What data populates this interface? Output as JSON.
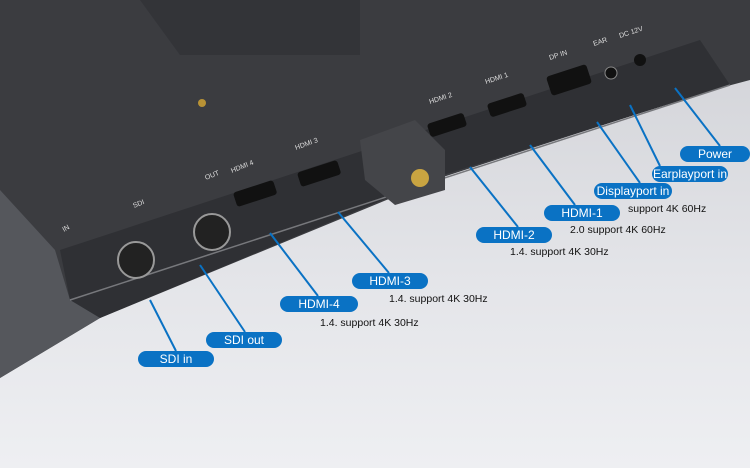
{
  "callouts": [
    {
      "label": "Power"
    },
    {
      "label": "Earplayport in"
    },
    {
      "label": "Displayport in",
      "note": "support 4K 60Hz"
    },
    {
      "label": "HDMI-1",
      "note": "2.0 support 4K 60Hz"
    },
    {
      "label": "HDMI-2",
      "note": "1.4. support 4K 30Hz"
    },
    {
      "label": "HDMI-3",
      "note": "1.4. support 4K 30Hz"
    },
    {
      "label": "HDMI-4",
      "note": "1.4. support 4K 30Hz"
    },
    {
      "label": "SDI out"
    },
    {
      "label": "SDI in"
    }
  ],
  "port_markings": {
    "in": "IN",
    "sdi": "SDI",
    "out": "OUT",
    "hdmi4": "HDMI 4",
    "hdmi3": "HDMI 3",
    "hdmi2": "HDMI 2",
    "hdmi1": "HDMI 1",
    "dp": "DP IN",
    "ear": "EAR",
    "dc": "DC 12V"
  },
  "colors": {
    "accent": "#0a72c4",
    "body": "#3a3b3f"
  }
}
